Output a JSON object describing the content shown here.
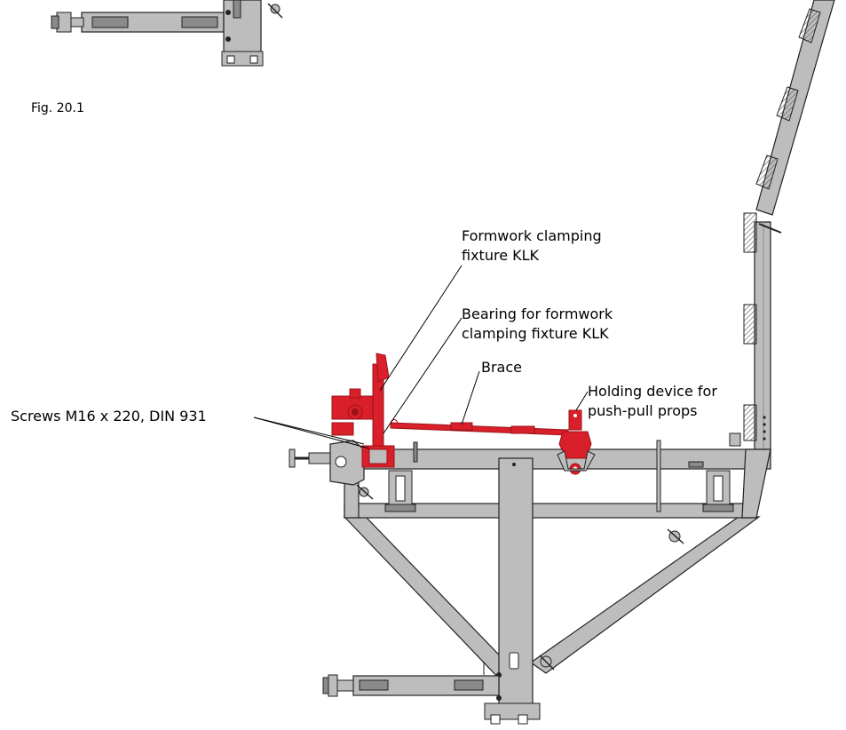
{
  "figure_label": "Fig. 20.1",
  "labels": {
    "clamping_fixture": [
      "Formwork clamping",
      "fixture KLK"
    ],
    "bearing": [
      "Bearing for formwork",
      "clamping fixture KLK"
    ],
    "brace": "Brace",
    "holding_device": [
      "Holding device for",
      "push-pull props"
    ],
    "screws": "Screws M16 x 220, DIN 931"
  },
  "colors": {
    "steel": "#bdbdbd",
    "steel_dark": "#8a8a8a",
    "outline": "#222222",
    "highlight": "#d9202a",
    "highlight_dark": "#9c1219"
  }
}
